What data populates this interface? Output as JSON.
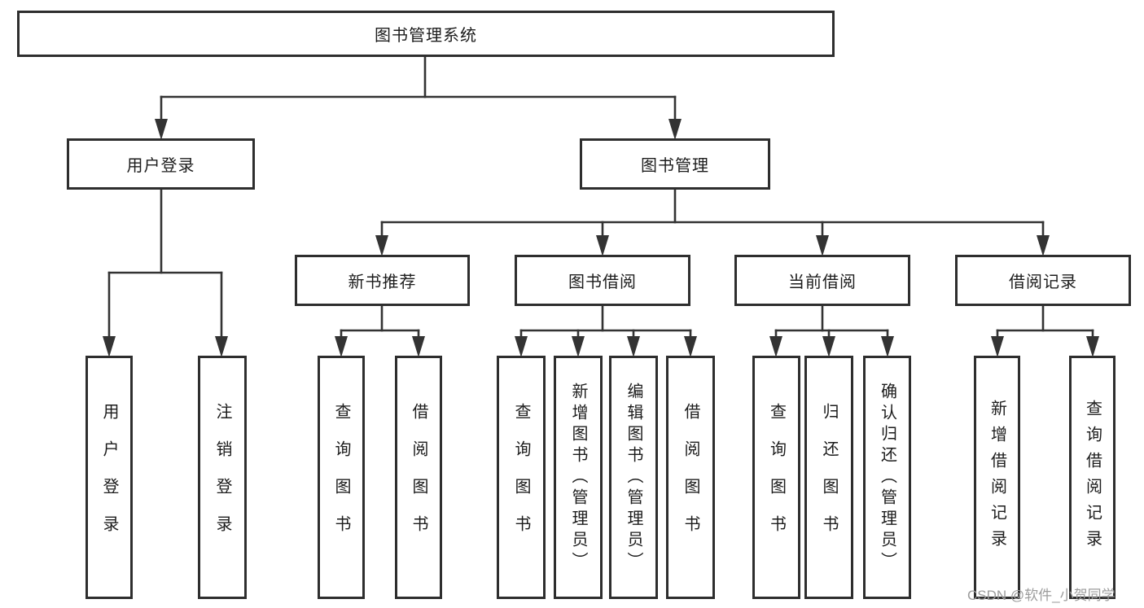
{
  "diagram_type": "hierarchy-tree",
  "colors": {
    "background": "#ffffff",
    "line": "#333333",
    "box_border": "#2e2e2e",
    "box_fill": "#ffffff",
    "text": "#1c1c1c",
    "watermark": "#9c9c9c"
  },
  "tree": {
    "root": {
      "label": "图书管理系统",
      "children": [
        {
          "label": "用户登录",
          "children": [
            {
              "label": "用户登录"
            },
            {
              "label": "注销登录"
            }
          ]
        },
        {
          "label": "图书管理",
          "children": [
            {
              "label": "新书推荐",
              "children": [
                {
                  "label": "查询图书"
                },
                {
                  "label": "借阅图书"
                }
              ]
            },
            {
              "label": "图书借阅",
              "children": [
                {
                  "label": "查询图书"
                },
                {
                  "label": "新增图书（管理员）"
                },
                {
                  "label": "编辑图书（管理员）"
                },
                {
                  "label": "借阅图书"
                }
              ]
            },
            {
              "label": "当前借阅",
              "children": [
                {
                  "label": "查询图书"
                },
                {
                  "label": "归还图书"
                },
                {
                  "label": "确认归还（管理员）"
                }
              ]
            },
            {
              "label": "借阅记录",
              "children": [
                {
                  "label": "新增借阅记录"
                },
                {
                  "label": "查询借阅记录"
                }
              ]
            }
          ]
        }
      ]
    }
  },
  "watermark": {
    "text": "CSDN @软件_小贺同学"
  }
}
